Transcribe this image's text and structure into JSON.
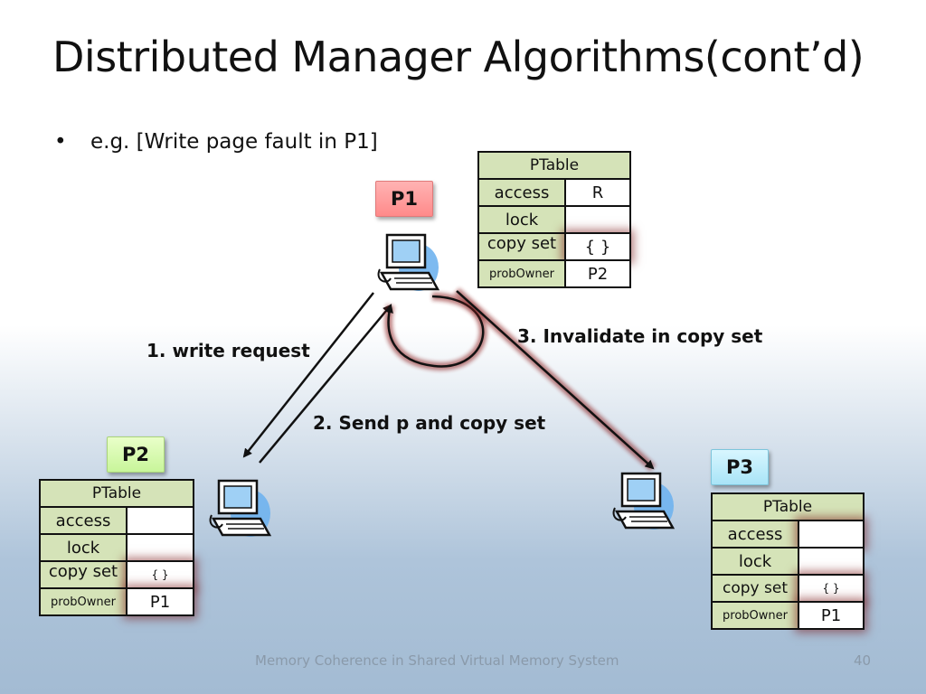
{
  "title": "Distributed Manager Algorithms(cont’d)",
  "bullet": {
    "marker": "•",
    "text": "e.g. [Write page fault in P1]"
  },
  "nodes": {
    "p1": {
      "label": "P1",
      "color": "#ff9a9a"
    },
    "p2": {
      "label": "P2",
      "color": "#d4f7a8"
    },
    "p3": {
      "label": "P3",
      "color": "#b8ebfa"
    }
  },
  "tables": {
    "p1": {
      "header": "PTable",
      "rows": [
        {
          "key": "access",
          "value": "R"
        },
        {
          "key": "lock",
          "value": ""
        },
        {
          "key": "copy set",
          "value": "{ }"
        },
        {
          "key": "probOwner",
          "value": "P2"
        }
      ]
    },
    "p2": {
      "header": "PTable",
      "rows": [
        {
          "key": "access",
          "value": ""
        },
        {
          "key": "lock",
          "value": ""
        },
        {
          "key": "copy set",
          "value": "{ }"
        },
        {
          "key": "probOwner",
          "value": "P1"
        }
      ]
    },
    "p3": {
      "header": "PTable",
      "rows": [
        {
          "key": "access",
          "value": ""
        },
        {
          "key": "lock",
          "value": ""
        },
        {
          "key": "copy set",
          "value": "{ }"
        },
        {
          "key": "probOwner",
          "value": "P1"
        }
      ]
    }
  },
  "edges": {
    "e1": "1. write request",
    "e2": "2. Send p and copy set",
    "e3": "3. Invalidate in copy set"
  },
  "footer": "Memory Coherence in Shared Virtual Memory System",
  "page_number": "40",
  "colors": {
    "table_key_bg": "#d5e3b8",
    "highlight": "#8b1e1e"
  }
}
